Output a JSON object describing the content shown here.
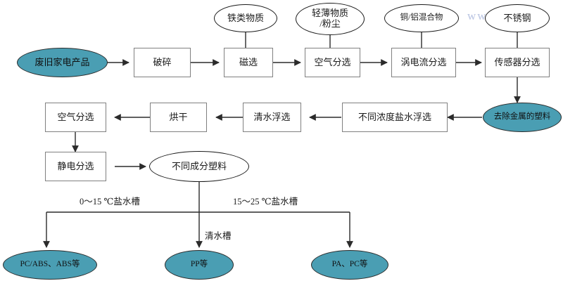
{
  "diagram": {
    "title_text": "",
    "colors": {
      "fill_teal": "#4a9eb3",
      "box_border": "#808080",
      "ellipse_border": "#1a1a1a",
      "line": "#2b2b2b",
      "watermark": "#b9c4e2",
      "background": "#ffffff"
    },
    "watermark": {
      "text": "www.ip     .com"
    },
    "row1": {
      "start": {
        "label": "废旧家电产品",
        "shape": "ellipse",
        "filled": true
      },
      "steps": [
        {
          "label": "破碎",
          "shape": "box"
        },
        {
          "label": "磁选",
          "shape": "box"
        },
        {
          "label": "空气分选",
          "shape": "box"
        },
        {
          "label": "涡电流分选",
          "shape": "box"
        },
        {
          "label": "传感器分选",
          "shape": "box"
        }
      ],
      "outputs": [
        {
          "label": "铁类物质",
          "shape": "ellipse",
          "from": "磁选"
        },
        {
          "label": "轻薄物质\n/粉尘",
          "line1": "轻薄物质",
          "line2": "/粉尘",
          "shape": "ellipse",
          "from": "空气分选"
        },
        {
          "label": "铜/铝混合物",
          "shape": "ellipse",
          "from": "涡电流分选"
        },
        {
          "label": "不锈钢",
          "shape": "ellipse",
          "from": "传感器分选"
        }
      ]
    },
    "row2": {
      "entry": {
        "label": "去除金属的塑料",
        "shape": "ellipse",
        "filled": true
      },
      "steps": [
        {
          "label": "不同浓度盐水浮选",
          "shape": "box"
        },
        {
          "label": "清水浮选",
          "shape": "box"
        },
        {
          "label": "烘干",
          "shape": "box"
        },
        {
          "label": "空气分选",
          "shape": "box"
        }
      ]
    },
    "row3": {
      "steps": [
        {
          "label": "静电分选",
          "shape": "box"
        }
      ],
      "collector": {
        "label": "不同成分塑料",
        "shape": "ellipse"
      }
    },
    "branches": [
      {
        "edge_label": "0～15 ℃盐水槽",
        "result": "PC/ABS、ABS等"
      },
      {
        "edge_label": "清水槽",
        "result": "PP等"
      },
      {
        "edge_label": "15～25 ℃盐水槽",
        "result": "PA、PC等"
      }
    ]
  }
}
